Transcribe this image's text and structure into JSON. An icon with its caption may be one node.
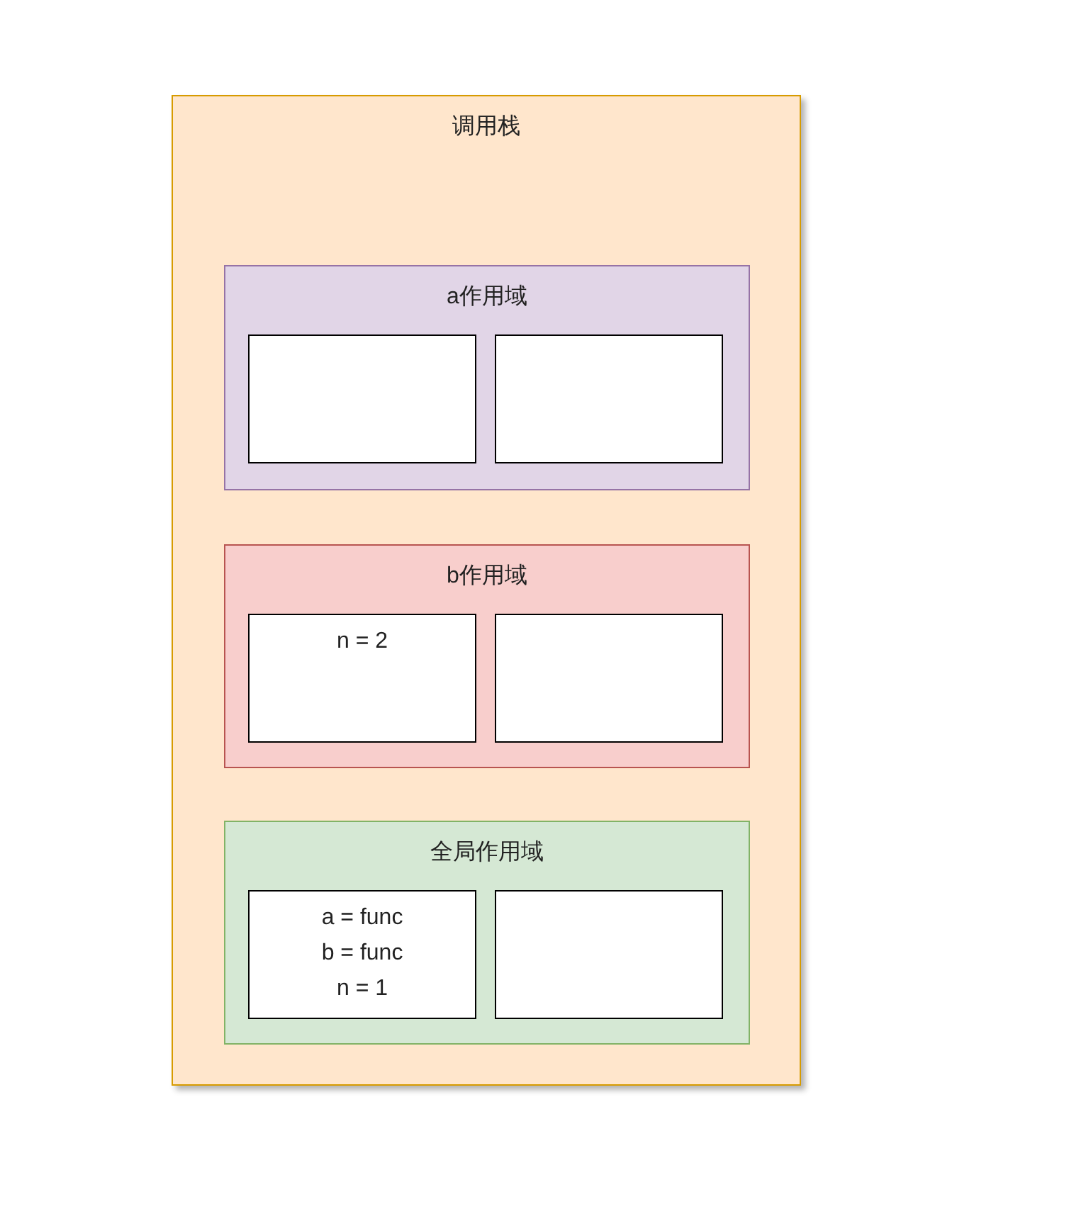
{
  "diagram": {
    "nodes": [
      {
        "text": [
          "调用栈"
        ]
      },
      {
        "text": [
          "a作用域"
        ],
        "in": 0
      },
      {
        "text": [],
        "shape": "box",
        "in": 1
      },
      {
        "text": [],
        "shape": "box",
        "in": 1
      },
      {
        "text": [
          "b作用域"
        ],
        "in": 0
      },
      {
        "text": [
          "n = 2"
        ],
        "in": 4
      },
      {
        "text": [],
        "shape": "box",
        "in": 4
      },
      {
        "text": [
          "全局作用域"
        ],
        "in": 0
      },
      {
        "text": [
          "a = func",
          "b = func",
          "n = 1"
        ],
        "in": 7
      },
      {
        "text": [],
        "shape": "box",
        "in": 7
      }
    ]
  }
}
